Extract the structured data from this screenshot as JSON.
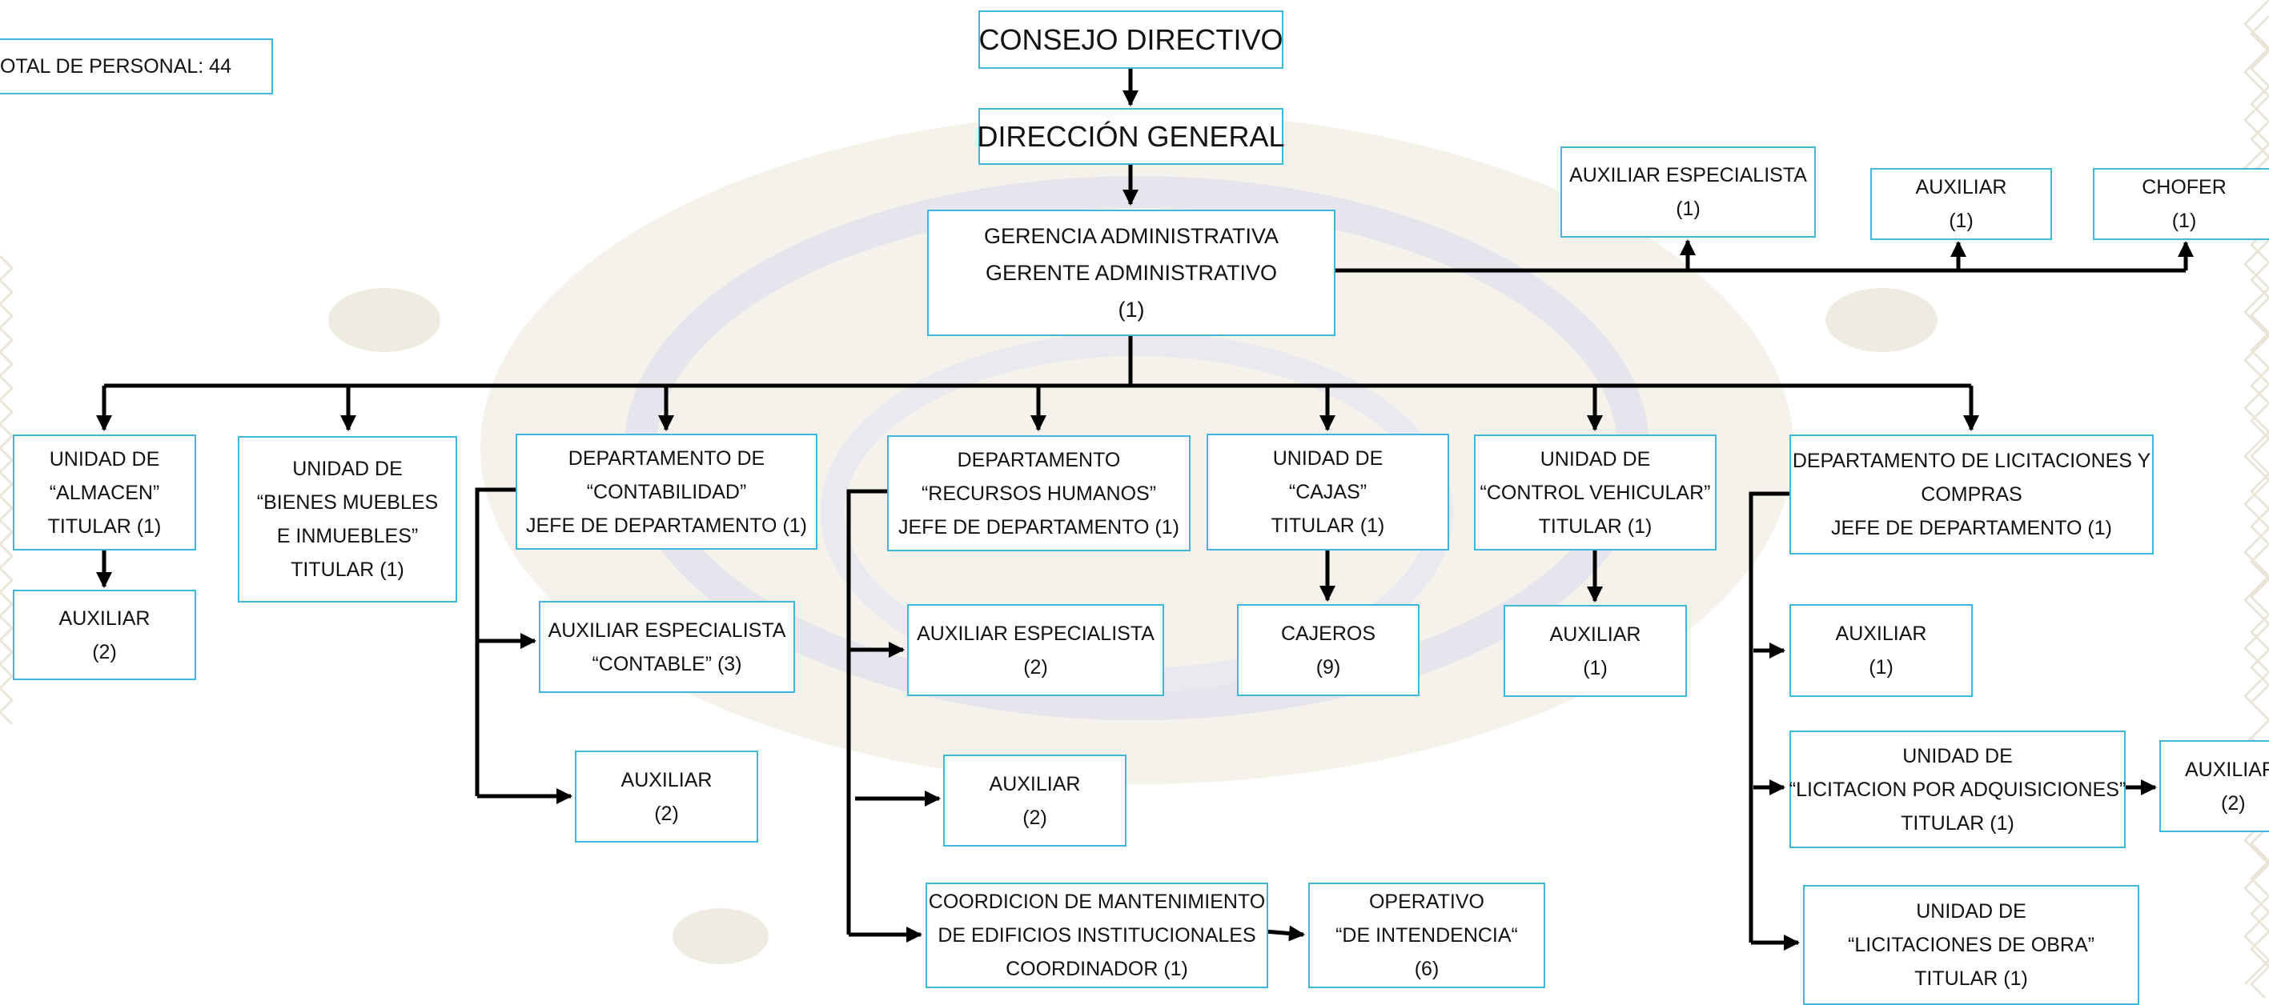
{
  "total_personal": "OTAL DE PERSONAL: 44",
  "consejo": "CONSEJO DIRECTIVO",
  "direccion": "DIRECCIÓN  GENERAL",
  "gerencia": [
    "GERENCIA ADMINISTRATIVA",
    "GERENTE ADMINISTRATIVO",
    "(1)"
  ],
  "staff": {
    "aux_especialista": [
      "AUXILIAR ESPECIALISTA",
      "(1)"
    ],
    "auxiliar": [
      "AUXILIAR",
      "(1)"
    ],
    "chofer": [
      "CHOFER",
      "(1)"
    ]
  },
  "almacen": {
    "head": [
      "UNIDAD DE",
      "“ALMACEN”",
      "TITULAR  (1)"
    ],
    "aux": [
      "AUXILIAR",
      "(2)"
    ]
  },
  "bienes": [
    "UNIDAD DE",
    "“BIENES MUEBLES",
    "E INMUEBLES”",
    "TITULAR (1)"
  ],
  "contabilidad": {
    "head": [
      "DEPARTAMENTO DE",
      "“CONTABILIDAD”",
      "JEFE DE DEPARTAMENTO (1)"
    ],
    "aux_esp": [
      "AUXILIAR ESPECIALISTA",
      "“CONTABLE” (3)"
    ],
    "aux": [
      "AUXILIAR",
      "(2)"
    ]
  },
  "rrhh": {
    "head": [
      "DEPARTAMENTO",
      "“RECURSOS HUMANOS”",
      "JEFE DE DEPARTAMENTO (1)"
    ],
    "aux_esp": [
      "AUXILIAR ESPECIALISTA",
      "(2)"
    ],
    "aux": [
      "AUXILIAR",
      "(2)"
    ],
    "coord": [
      "COORDICION DE MANTENIMIENTO",
      "DE EDIFICIOS INSTITUCIONALES",
      "COORDINADOR (1)"
    ],
    "operativo": [
      "OPERATIVO",
      "“DE INTENDENCIA“",
      "(6)"
    ]
  },
  "cajas": {
    "head": [
      "UNIDAD DE",
      "“CAJAS”",
      "TITULAR (1)"
    ],
    "cajeros": [
      "CAJEROS",
      "(9)"
    ]
  },
  "vehicular": {
    "head": [
      "UNIDAD DE",
      "“CONTROL VEHICULAR”",
      "TITULAR (1)"
    ],
    "aux": [
      "AUXILIAR",
      "(1)"
    ]
  },
  "licitaciones": {
    "head": [
      "DEPARTAMENTO DE LICITACIONES Y",
      "COMPRAS",
      "JEFE DE DEPARTAMENTO (1)"
    ],
    "aux": [
      "AUXILIAR",
      "(1)"
    ],
    "adquisiciones": [
      "UNIDAD DE",
      "“LICITACION POR ADQUISICIONES”",
      "TITULAR (1)"
    ],
    "adq_aux": [
      "AUXILIAR",
      "(2)"
    ],
    "obra": [
      "UNIDAD DE",
      "“LICITACIONES DE OBRA”",
      "TITULAR (1)"
    ]
  },
  "colors": {
    "box_border": "#3fb6dc",
    "line": "#000000",
    "watermark": "#ece9dc"
  }
}
